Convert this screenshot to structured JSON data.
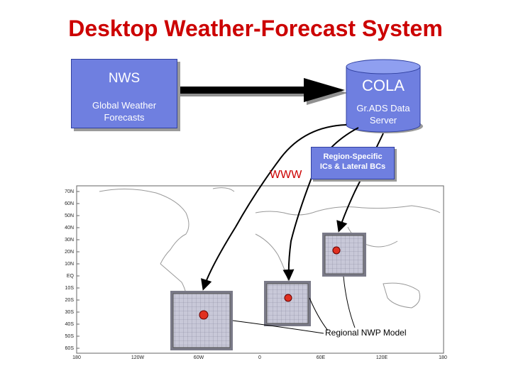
{
  "title": "Desktop Weather-Forecast System",
  "nws": {
    "name": "NWS",
    "subtitle_line1": "Global Weather",
    "subtitle_line2": "Forecasts"
  },
  "cola": {
    "name": "COLA",
    "subtitle_line1": "Gr.ADS Data",
    "subtitle_line2": "Server"
  },
  "ic_bc": {
    "line1": "Region-Specific",
    "line2": "ICs & Lateral BCs"
  },
  "www_label": "WWW",
  "nwp_label": "Regional NWP Model",
  "map": {
    "lat_labels": [
      "70N",
      "60N",
      "50N",
      "40N",
      "30N",
      "20N",
      "10N",
      "EQ",
      "10S",
      "20S",
      "30S",
      "40S",
      "50S",
      "60S"
    ],
    "lon_labels": [
      "180",
      "120W",
      "60W",
      "0",
      "60E",
      "120E",
      "180"
    ]
  },
  "colors": {
    "title": "#cc0000",
    "box": "#6f7fe0",
    "marker": "#e03020",
    "www": "#cc0000"
  }
}
